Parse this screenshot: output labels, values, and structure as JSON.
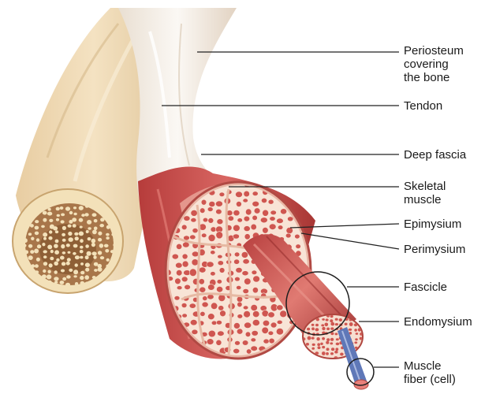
{
  "labels": {
    "periosteum": "Periosteum\ncovering\nthe bone",
    "tendon": "Tendon",
    "deep_fascia": "Deep fascia",
    "skeletal_muscle": "Skeletal\nmuscle",
    "epimysium": "Epimysium",
    "perimysium": "Perimysium",
    "fascicle": "Fascicle",
    "endomysium": "Endomysium",
    "muscle_fiber": "Muscle\nfiber (cell)"
  },
  "colors": {
    "bone": "#efd9b4",
    "bone_shadow": "#d9bb8c",
    "marrow": "#9c6a3c",
    "tendon": "#f1ece6",
    "muscle": "#c84a47",
    "muscle_dark": "#9e2f2f",
    "section_bg": "#f7e2d4",
    "fiber": "#cf5650",
    "line": "#222222"
  }
}
